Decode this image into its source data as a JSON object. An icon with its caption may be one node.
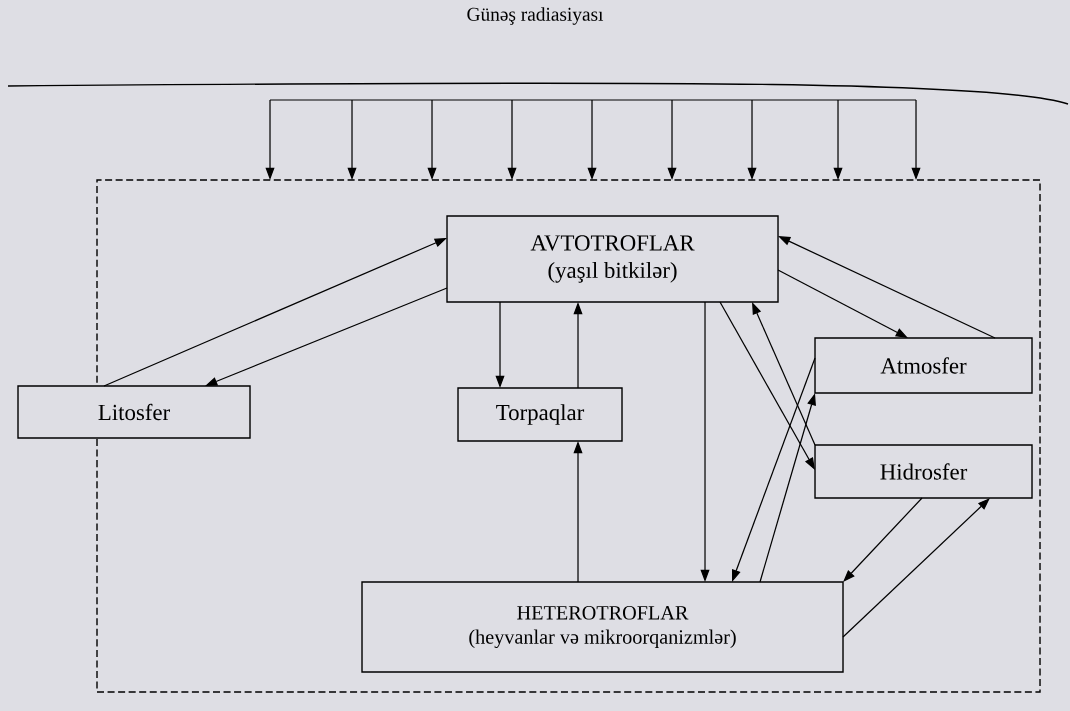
{
  "diagram": {
    "title": "Günəş radiasiyası",
    "nodes": [
      {
        "text": [],
        "shape": "bar"
      },
      {
        "text": [],
        "shape": "box"
      },
      {
        "text": [
          "AVTOTROFLAR",
          "(yaşıl bitkilər)"
        ],
        "in": 1
      },
      {
        "text": [
          "Litosfer"
        ]
      },
      {
        "text": [
          "Torpaqlar"
        ],
        "in": 1
      },
      {
        "text": [
          "Atmosfer"
        ],
        "in": 1
      },
      {
        "text": [
          "Hidrosfer"
        ],
        "in": 1
      },
      {
        "text": [
          "HETEROTROFLAR",
          "(heyvanlar və mikroorqanizmlər)"
        ],
        "in": 1
      }
    ],
    "edges": [
      {
        "from": 0,
        "to": 1,
        "arrow": "to"
      },
      {
        "from": 0,
        "to": 1,
        "arrow": "to"
      },
      {
        "from": 0,
        "to": 1,
        "arrow": "to"
      },
      {
        "from": 0,
        "to": 1,
        "arrow": "to"
      },
      {
        "from": 0,
        "to": 1,
        "arrow": "to"
      },
      {
        "from": 0,
        "to": 1,
        "arrow": "to"
      },
      {
        "from": 0,
        "to": 1,
        "arrow": "to"
      },
      {
        "from": 0,
        "to": 1,
        "arrow": "to"
      },
      {
        "from": 0,
        "to": 1,
        "arrow": "to"
      },
      {
        "from": 3,
        "to": 2,
        "arrow": "to"
      },
      {
        "from": 2,
        "to": 3,
        "arrow": "to"
      },
      {
        "from": 2,
        "to": 4,
        "arrow": "to"
      },
      {
        "from": 4,
        "to": 2,
        "arrow": "to"
      },
      {
        "from": 7,
        "to": 4,
        "arrow": "to"
      },
      {
        "from": 2,
        "to": 7,
        "arrow": "to"
      },
      {
        "from": 2,
        "to": 5,
        "arrow": "to"
      },
      {
        "from": 5,
        "to": 2,
        "arrow": "to"
      },
      {
        "from": 2,
        "to": 6,
        "arrow": "to"
      },
      {
        "from": 6,
        "to": 2,
        "arrow": "to"
      },
      {
        "from": 5,
        "to": 7,
        "arrow": "to"
      },
      {
        "from": 7,
        "to": 5,
        "arrow": "to"
      },
      {
        "from": 6,
        "to": 7,
        "arrow": "to"
      },
      {
        "from": 7,
        "to": 6,
        "arrow": "to"
      }
    ]
  }
}
